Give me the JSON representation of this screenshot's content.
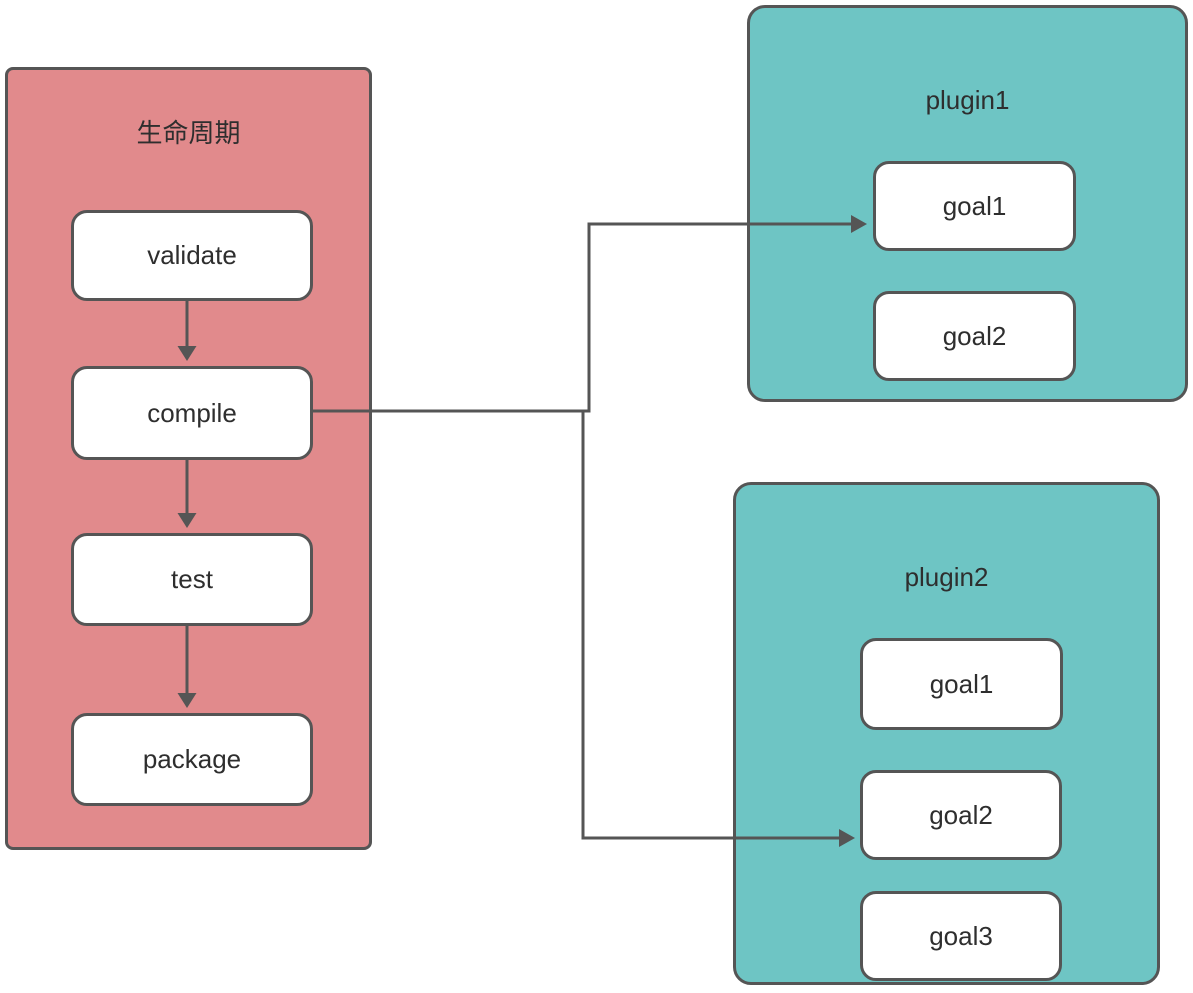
{
  "lifecycle": {
    "title": "生命周期",
    "nodes": [
      {
        "label": "validate"
      },
      {
        "label": "compile"
      },
      {
        "label": "test"
      },
      {
        "label": "package"
      }
    ]
  },
  "plugins": [
    {
      "title": "plugin1",
      "goals": [
        {
          "label": "goal1"
        },
        {
          "label": "goal2"
        }
      ]
    },
    {
      "title": "plugin2",
      "goals": [
        {
          "label": "goal1"
        },
        {
          "label": "goal2"
        },
        {
          "label": "goal3"
        }
      ]
    }
  ],
  "connections": [
    {
      "from": "validate",
      "to": "compile"
    },
    {
      "from": "compile",
      "to": "test"
    },
    {
      "from": "test",
      "to": "package"
    },
    {
      "from": "compile",
      "to": "plugin1 / goal1"
    },
    {
      "from": "compile",
      "to": "plugin2 / goal2"
    }
  ],
  "colors": {
    "lifecycle-fill": "#e18a8c",
    "plugin-fill": "#6ec5c4",
    "node-fill": "#ffffff",
    "stroke": "#555555",
    "text": "#2e2e2e"
  }
}
